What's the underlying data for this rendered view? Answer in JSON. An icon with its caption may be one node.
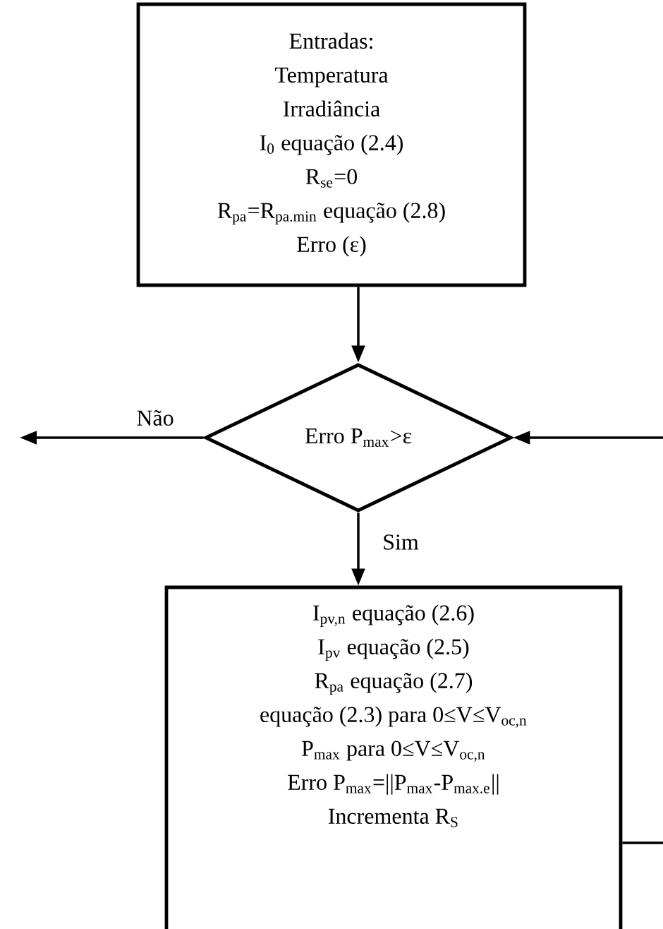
{
  "diagram": {
    "nodes": [
      {
        "text": [
          "Entradas:",
          "Temperatura",
          "Irradiância",
          "I$_{0}$ equação (2.4)",
          "R$_{se}$=0",
          "R$_{pa}$=R$_{pa.min}$ equação (2.8)",
          "Erro (ε)"
        ]
      },
      {
        "text": [
          "Erro P$_{max}$>ε"
        ]
      },
      {
        "text": [
          "I$_{pv,n}$ equação (2.6)",
          "I$_{pv}$ equação (2.5)",
          "R$_{pa}$ equação (2.7)",
          "equação (2.3) para 0≤V≤V$_{oc,n}$",
          "P$_{max}$ para 0≤V≤V$_{oc,n}$",
          "Erro P$_{max}$=||P$_{max}$-P$_{max.e}$||",
          "Incrementa R$_{S}$"
        ]
      }
    ],
    "edges": [
      {
        "from": 0,
        "to": 1,
        "arrow": "to"
      },
      {
        "from": 1,
        "to": null,
        "arrow": "to",
        "label": "Não"
      },
      {
        "from": 1,
        "to": 2,
        "arrow": "to",
        "label": "Sim"
      },
      {
        "from": 2,
        "to": 1,
        "arrow": "to"
      }
    ]
  }
}
